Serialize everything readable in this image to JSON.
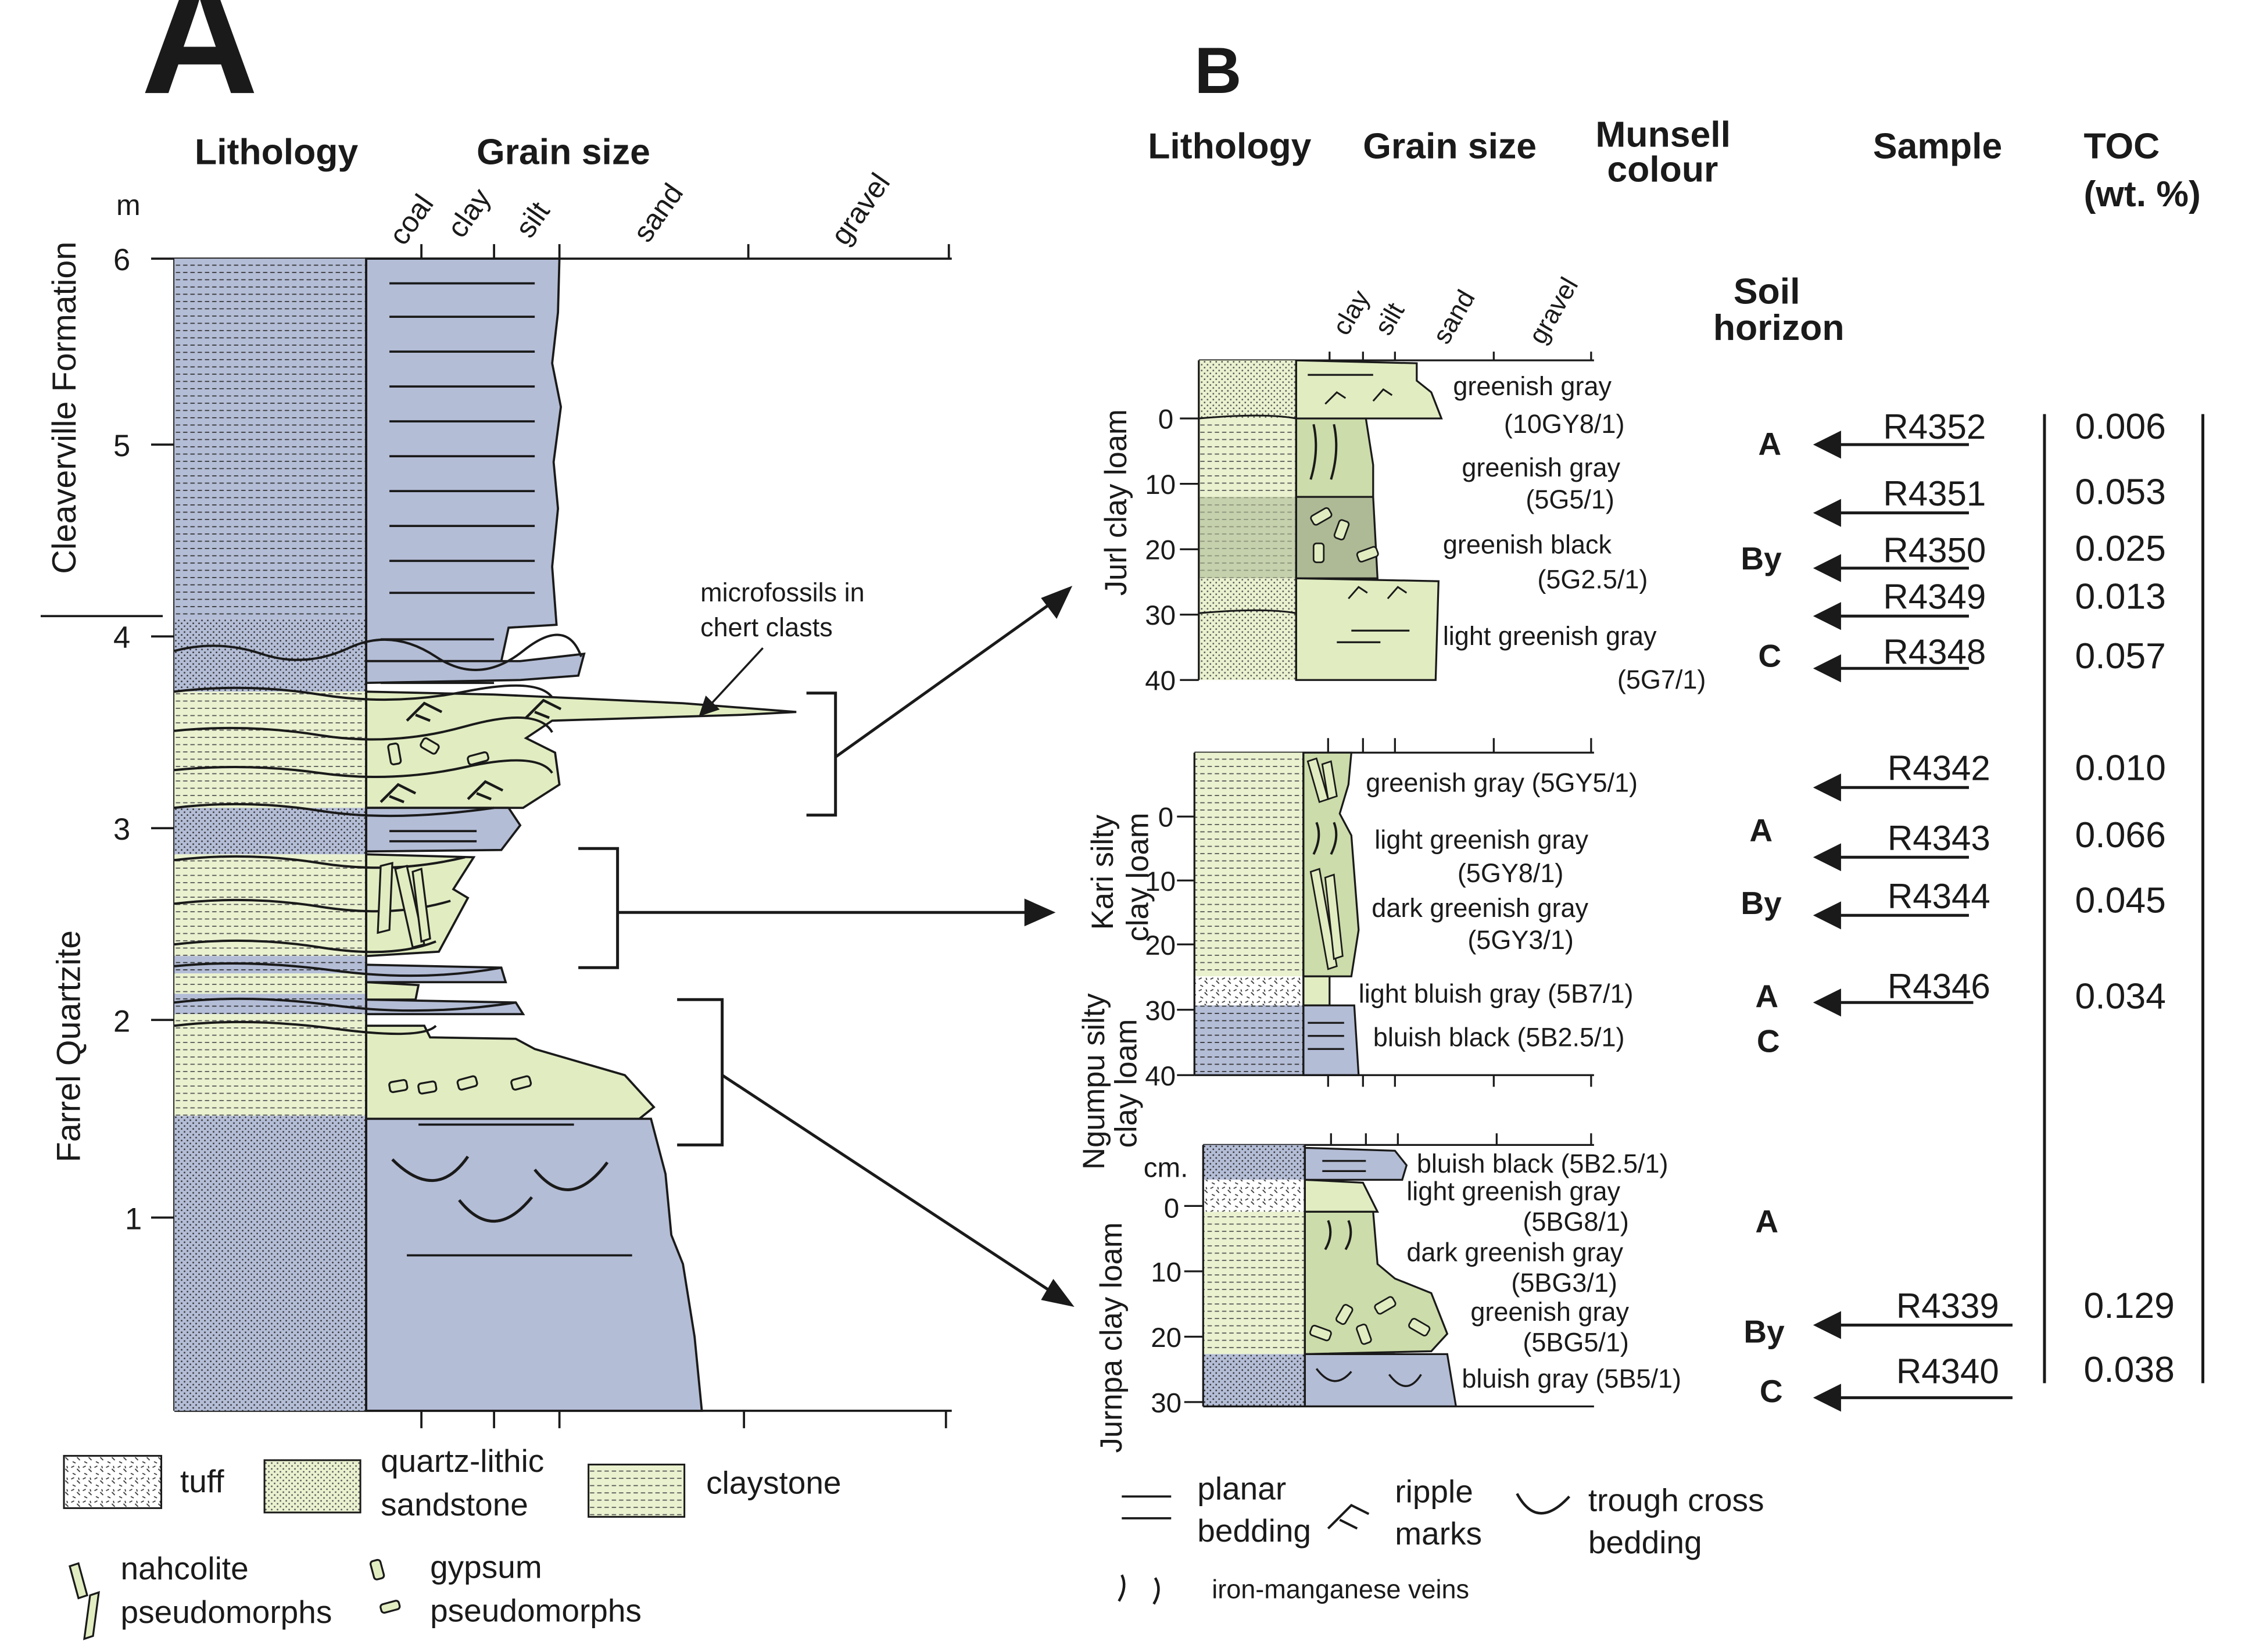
{
  "panel_a": {
    "letter": "A",
    "headers": {
      "lithology": "Lithology",
      "grain_size": "Grain size"
    },
    "grain_size_labels": [
      "coal",
      "clay",
      "silt",
      "sand",
      "gravel"
    ],
    "unit": "m",
    "depth_ticks": [
      "1",
      "2",
      "3",
      "4",
      "5",
      "6"
    ],
    "formations": [
      "Cleaverville Formation",
      "Farrel Quartzite"
    ],
    "annotation": [
      "microfossils in",
      "chert clasts"
    ]
  },
  "panel_b": {
    "letter": "B",
    "headers": {
      "lithology": "Lithology",
      "grain_size": "Grain size",
      "munsell": [
        "Munsell",
        "colour"
      ],
      "sample": "Sample",
      "toc": [
        "TOC",
        "(wt. %)"
      ],
      "soil_horizon": [
        "Soil",
        "horizon"
      ]
    },
    "grain_size_labels": [
      "clay",
      "silt",
      "sand",
      "gravel"
    ],
    "depth_unit": "cm.",
    "profiles": [
      {
        "name": [
          "Jurl clay loam"
        ],
        "depth_ticks": [
          "0",
          "10",
          "20",
          "30",
          "40"
        ],
        "colours": [
          [
            "greenish gray",
            "(10GY8/1)"
          ],
          [
            "greenish gray",
            "(5G5/1)"
          ],
          [
            "greenish black",
            "(5G2.5/1)"
          ],
          [
            "light greenish gray",
            "(5G7/1)"
          ]
        ],
        "horizons": [
          "A",
          "By",
          "C"
        ]
      },
      {
        "name": [
          "Kari silty",
          "clay loam"
        ],
        "depth_ticks": [
          "0",
          "10",
          "20",
          "30",
          "40"
        ],
        "colours": [
          [
            "greenish gray (5GY5/1)"
          ],
          [
            "light greenish gray",
            "(5GY8/1)"
          ],
          [
            "dark greenish gray",
            "(5GY3/1)"
          ],
          [
            "light bluish gray (5B7/1)"
          ],
          [
            "bluish black (5B2.5/1)"
          ]
        ],
        "horizons": [
          "A",
          "By",
          "A",
          "C"
        ]
      },
      {
        "name": [
          "Ngumpu silty",
          "clay loam"
        ]
      },
      {
        "name": [
          "Jurnpa clay loam"
        ],
        "depth_ticks": [
          "0",
          "10",
          "20",
          "30"
        ],
        "colours": [
          [
            "bluish black (5B2.5/1)"
          ],
          [
            "light greenish gray",
            "(5BG8/1)"
          ],
          [
            "dark greenish gray",
            "(5BG3/1)"
          ],
          [
            "greenish gray",
            "(5BG5/1)"
          ],
          [
            "bluish gray (5B5/1)"
          ]
        ],
        "horizons": [
          "A",
          "By",
          "C"
        ]
      }
    ],
    "samples": [
      {
        "id": "R4352",
        "toc": "0.006"
      },
      {
        "id": "R4351",
        "toc": "0.053"
      },
      {
        "id": "R4350",
        "toc": "0.025"
      },
      {
        "id": "R4349",
        "toc": "0.013"
      },
      {
        "id": "R4348",
        "toc": "0.057"
      },
      {
        "id": "R4342",
        "toc": "0.010"
      },
      {
        "id": "R4343",
        "toc": "0.066"
      },
      {
        "id": "R4344",
        "toc": "0.045"
      },
      {
        "id": "R4346",
        "toc": "0.034"
      },
      {
        "id": "R4339",
        "toc": "0.129"
      },
      {
        "id": "R4340",
        "toc": "0.038"
      }
    ]
  },
  "legend_a": {
    "tuff": "tuff",
    "sandstone": [
      "quartz-lithic",
      "sandstone"
    ],
    "claystone": "claystone",
    "nahcolite": [
      "nahcolite",
      "pseudomorphs"
    ],
    "gypsum": [
      "gypsum",
      "pseudomorphs"
    ]
  },
  "legend_b": {
    "planar": [
      "planar",
      "bedding"
    ],
    "ripple": [
      "ripple",
      "marks"
    ],
    "trough": [
      "trough cross",
      "bedding"
    ],
    "veins": "iron-manganese veins"
  },
  "colors": {
    "blue_gray": "#b4bdd6",
    "pale_green": "#e1edc1",
    "mid_green": "#ccdcaa",
    "dark_green": "#aeba95",
    "line": "#1a1a1a"
  }
}
